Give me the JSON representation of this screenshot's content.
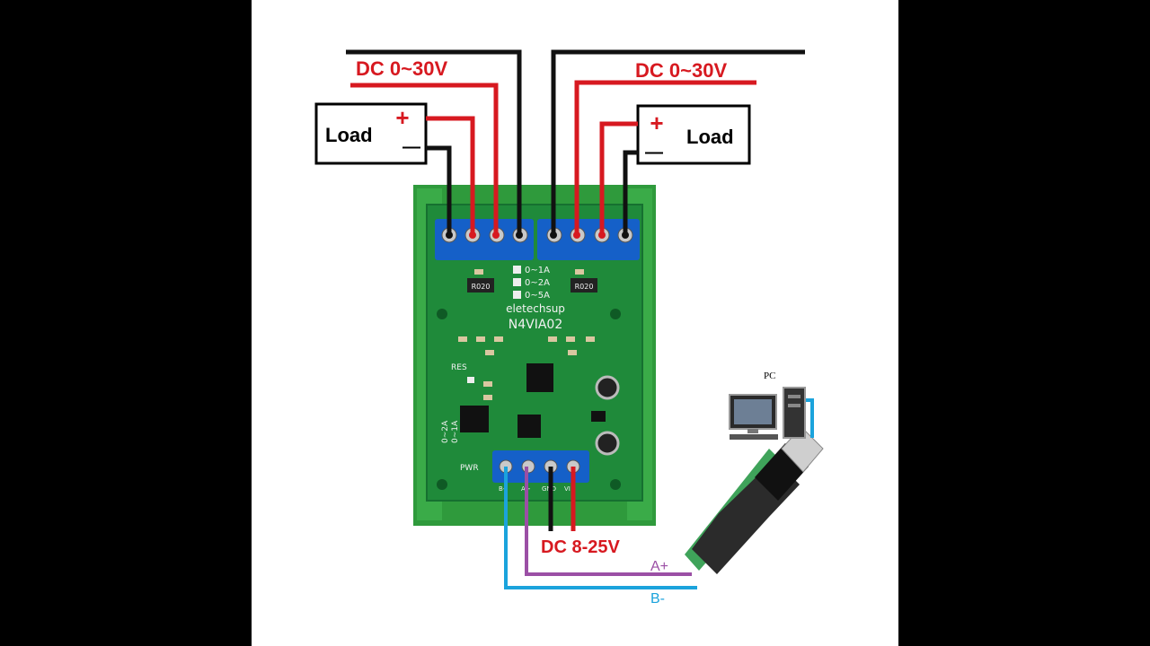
{
  "diagram": {
    "supply_left": "DC 0~30V",
    "supply_right": "DC 0~30V",
    "load_left": "Load",
    "load_right": "Load",
    "plus": "+",
    "minus": "—",
    "power_input": "DC 8-25V",
    "rs485_a": "A+",
    "rs485_b": "B-",
    "pc_label": "PC"
  },
  "board": {
    "brand": "eletechsup",
    "model": "N4VIA02",
    "range_1": "0~1A",
    "range_2": "0~2A",
    "range_3": "0~5A",
    "res_label": "RES",
    "pwr_label": "PWR",
    "side_range_1": "0~1A",
    "side_range_2": "0~2A",
    "shunt_marking_left": "R020",
    "shunt_marking_right": "R020",
    "bottom_pin_b": "B-",
    "bottom_pin_a": "A+",
    "bottom_pin_gnd": "GND",
    "bottom_pin_vin": "VIN"
  },
  "colors": {
    "positive_wire": "#d71920",
    "negative_wire": "#111111",
    "rs485_a_wire": "#9b4fa5",
    "rs485_b_wire": "#1ba3dc",
    "pcb_green": "#1f8a3a",
    "terminal_blue": "#1560c8"
  }
}
